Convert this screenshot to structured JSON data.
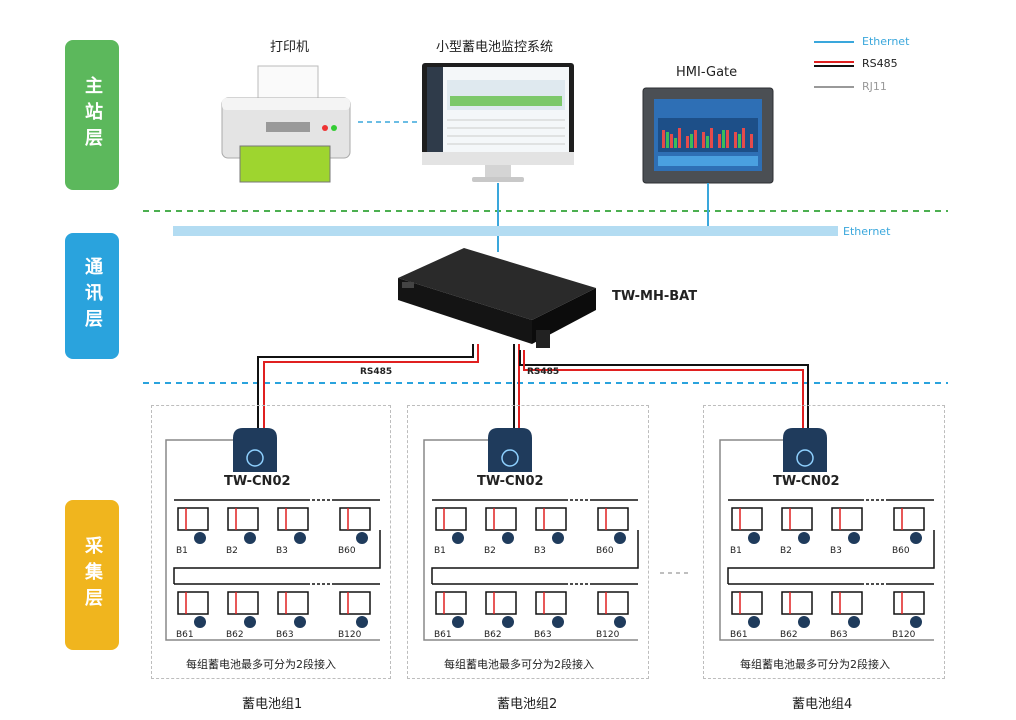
{
  "layers": {
    "master": "主站层",
    "comm": "通讯层",
    "collect": "采集层"
  },
  "devices": {
    "printer": "打印机",
    "monitor": "小型蓄电池监控系统",
    "hmi": "HMI-Gate",
    "gateway": "TW-MH-BAT",
    "ethernet_bar": "Ethernet",
    "rs485_left": "RS485",
    "rs485_right": "RS485"
  },
  "legend": {
    "ethernet": "Ethernet",
    "rs485": "RS485",
    "rj11": "RJ11",
    "ethernet_color": "#3aa7dc",
    "rs485_color": "#e02020",
    "rj11_color": "#999999"
  },
  "groups": [
    {
      "collector": "TW-CN02",
      "row1": [
        "B1",
        "B2",
        "B3",
        "B60"
      ],
      "row2": [
        "B61",
        "B62",
        "B63",
        "B120"
      ],
      "note": "每组蓄电池最多可分为2段接入",
      "name": "蓄电池组1"
    },
    {
      "collector": "TW-CN02",
      "row1": [
        "B1",
        "B2",
        "B3",
        "B60"
      ],
      "row2": [
        "B61",
        "B62",
        "B63",
        "B120"
      ],
      "note": "每组蓄电池最多可分为2段接入",
      "name": "蓄电池组2"
    },
    {
      "collector": "TW-CN02",
      "row1": [
        "B1",
        "B2",
        "B3",
        "B60"
      ],
      "row2": [
        "B61",
        "B62",
        "B63",
        "B120"
      ],
      "note": "每组蓄电池最多可分为2段接入",
      "name": "蓄电池组4"
    }
  ],
  "colors": {
    "master_tab": "#5cb85c",
    "comm_tab": "#2aa3dd",
    "collect_tab": "#f0b51e",
    "dash_green": "#4caf50",
    "dash_blue": "#2aa3dd"
  }
}
